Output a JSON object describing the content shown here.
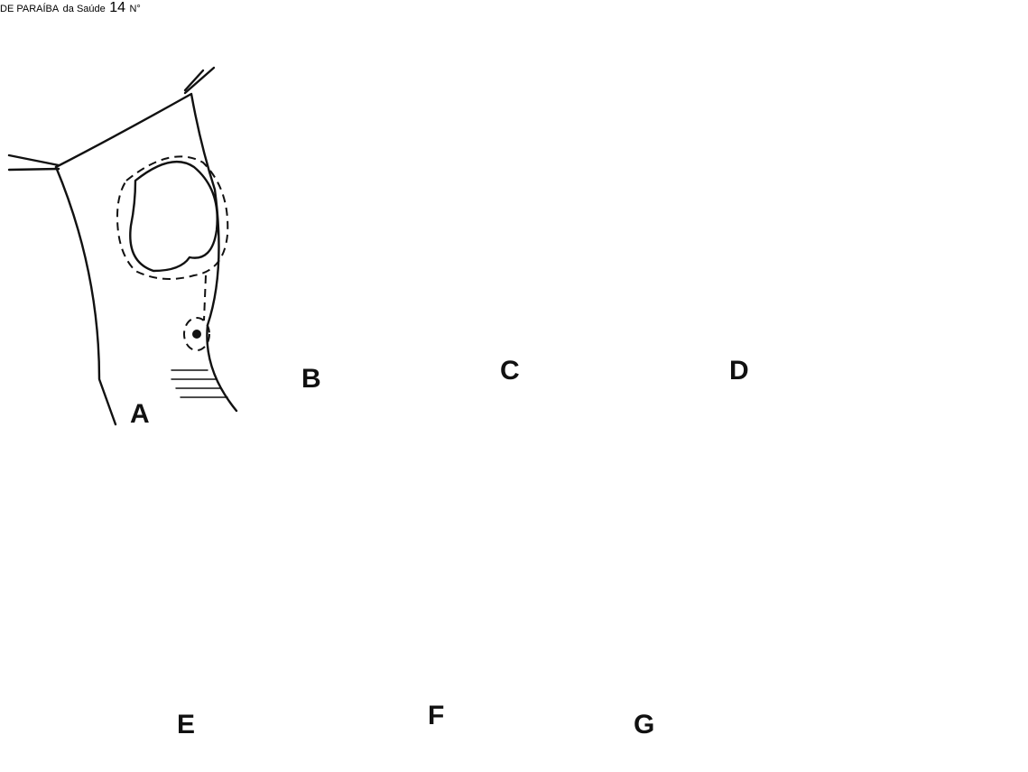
{
  "figure": {
    "panels": [
      {
        "id": "A",
        "label": "A"
      },
      {
        "id": "B",
        "label": "B"
      },
      {
        "id": "C",
        "label": "C"
      },
      {
        "id": "D",
        "label": "D"
      },
      {
        "id": "E",
        "label": "E"
      },
      {
        "id": "F",
        "label": "F"
      },
      {
        "id": "G",
        "label": "G"
      }
    ]
  },
  "stamps": {
    "top_right_partial_text": "DE PARAÍBA",
    "top_right_partial_text_2": "da Saúde",
    "signature_mark": "14",
    "seal_number_prefix": "N°"
  },
  "colors": {
    "ink": "#111111",
    "stamp": "#8c8c8c",
    "background": "#ffffff"
  }
}
